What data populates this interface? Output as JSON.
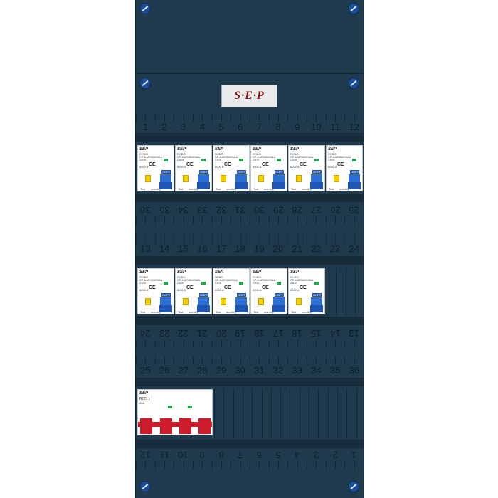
{
  "brand": "S·E·P",
  "top_row_numbers": [
    "1",
    "2",
    "3",
    "4",
    "5",
    "6",
    "7",
    "8",
    "9",
    "10",
    "11",
    "12"
  ],
  "row1_bottom_numbers": [
    "36",
    "35",
    "34",
    "33",
    "32",
    "31",
    "30",
    "29",
    "28",
    "27",
    "26",
    "25"
  ],
  "middle_row_numbers": [
    "13",
    "14",
    "15",
    "16",
    "17",
    "18",
    "19",
    "20",
    "21",
    "22",
    "23",
    "24"
  ],
  "row2_bottom_numbers": [
    "24",
    "23",
    "22",
    "21",
    "20",
    "19",
    "18",
    "17",
    "16",
    "15",
    "14",
    "13"
  ],
  "row3_top_numbers": [
    "25",
    "26",
    "27",
    "28",
    "29",
    "30",
    "31",
    "32",
    "33",
    "34",
    "35",
    "36"
  ],
  "row3_bottom_numbers": [
    "12",
    "11",
    "10",
    "9",
    "8",
    "7",
    "6",
    "5",
    "4",
    "3",
    "2",
    "1"
  ],
  "breaker_module": {
    "brand": "SEP",
    "title": "RCBO",
    "model": "SP-KAR1B1C16A",
    "spec": "230V",
    "rating": "6000 A",
    "ce": "CE",
    "off_label": "OOFF",
    "test_label": "Test",
    "monthly_label": "monthly"
  },
  "rcd_module": {
    "brand": "SEP",
    "title": "RCD 1",
    "rating": "40A"
  },
  "colors": {
    "panel": "#1f3a4d",
    "screw": "#1a4d96",
    "breaker_blue": "#2e6fd4",
    "test_yellow": "#f5d000",
    "rcd_red": "#cc1b2a"
  }
}
